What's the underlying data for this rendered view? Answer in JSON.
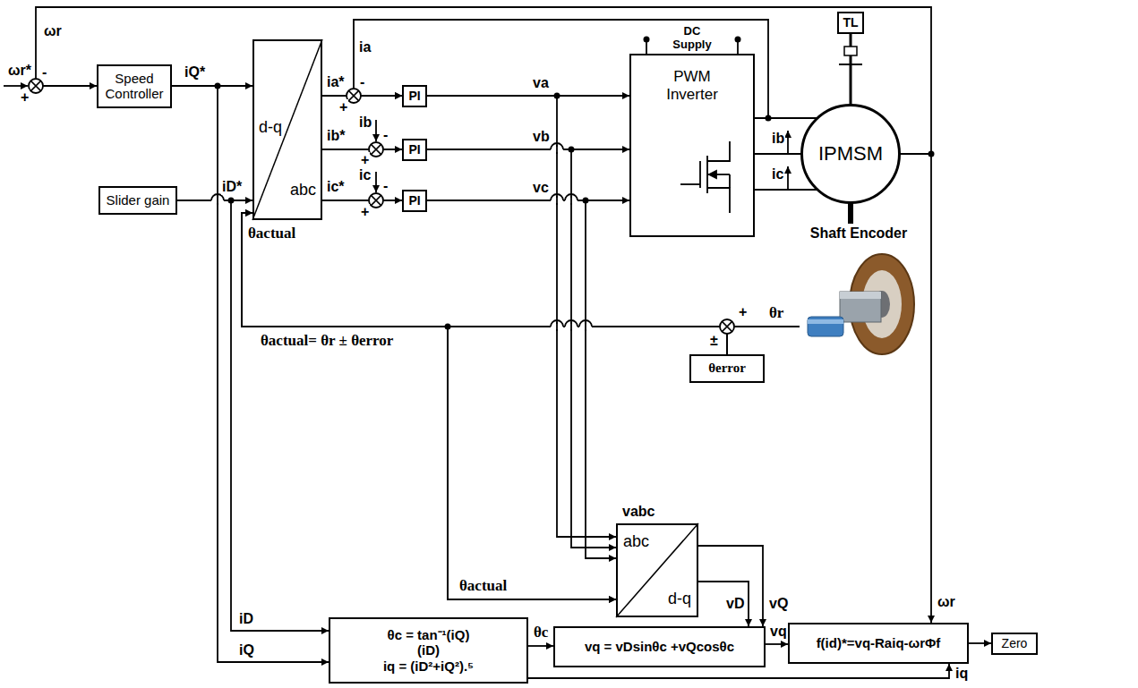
{
  "diagram": {
    "nodes": [
      {
        "text": [
          "Speed Controller"
        ]
      },
      {
        "text": [
          "Slider gain"
        ]
      },
      {
        "text": [
          "d-q",
          "abc"
        ]
      },
      {
        "text": [
          "PI"
        ]
      },
      {
        "text": [
          "PI"
        ]
      },
      {
        "text": [
          "PI"
        ]
      },
      {
        "text": [
          "DC Supply",
          "PWM Inverter"
        ]
      },
      {
        "text": [
          "TL"
        ]
      },
      {
        "text": [
          "IPMSM"
        ]
      },
      {
        "text": [
          "Shaft Encoder"
        ]
      },
      {
        "text": [
          "θerror"
        ]
      },
      {
        "text": [
          "abc",
          "d-q"
        ]
      },
      {
        "text": [
          "θc = tan⁻¹(iQ)",
          "(iD)",
          "iq = (iD²+iQ²).⁵"
        ]
      },
      {
        "text": [
          "vq = vDsinθc +vQcosθc"
        ]
      },
      {
        "text": [
          "f(id)*=vq-Raiq-ωrΦf"
        ]
      },
      {
        "text": [
          "Zero"
        ]
      }
    ],
    "edges": [
      {
        "from": 0,
        "to": 2,
        "arrow": "to",
        "label": "iQ*"
      },
      {
        "from": 1,
        "to": 2,
        "arrow": "to",
        "label": "iD*"
      },
      {
        "from": 2,
        "to": 3,
        "arrow": "to",
        "label": "ia*"
      },
      {
        "from": 2,
        "to": 4,
        "arrow": "to",
        "label": "ib*"
      },
      {
        "from": 2,
        "to": 5,
        "arrow": "to",
        "label": "ic*"
      },
      {
        "from": 3,
        "to": 6,
        "arrow": "to",
        "label": "va"
      },
      {
        "from": 4,
        "to": 6,
        "arrow": "to",
        "label": "vb"
      },
      {
        "from": 5,
        "to": 6,
        "arrow": "to",
        "label": "vc"
      },
      {
        "from": 6,
        "to": 8,
        "arrow": "none"
      },
      {
        "from": 6,
        "to": 8,
        "arrow": "none"
      },
      {
        "from": 6,
        "to": 8,
        "arrow": "none"
      },
      {
        "from": 6,
        "to": 3,
        "arrow": "to",
        "label": "ia"
      },
      {
        "from": 7,
        "to": 8,
        "arrow": "none"
      },
      {
        "from": 8,
        "to": 0,
        "arrow": "to",
        "label": "ωr"
      },
      {
        "from": 8,
        "to": 14,
        "arrow": "to",
        "label": "ωr"
      },
      {
        "from": 8,
        "to": 9,
        "arrow": "none"
      },
      {
        "from": 9,
        "to": 2,
        "arrow": "to",
        "label": "θactual"
      },
      {
        "from": 10,
        "to": 2,
        "arrow": "to"
      },
      {
        "from": 9,
        "to": 11,
        "arrow": "to",
        "label": "θactual"
      },
      {
        "from": 10,
        "to": 11,
        "arrow": "to"
      },
      {
        "from": 3,
        "to": 11,
        "arrow": "to"
      },
      {
        "from": 4,
        "to": 11,
        "arrow": "to"
      },
      {
        "from": 5,
        "to": 11,
        "arrow": "to"
      },
      {
        "from": 11,
        "to": 13,
        "arrow": "to",
        "label": "vD"
      },
      {
        "from": 11,
        "to": 13,
        "arrow": "to",
        "label": "vQ"
      },
      {
        "from": 1,
        "to": 12,
        "arrow": "to",
        "label": "iD"
      },
      {
        "from": 0,
        "to": 12,
        "arrow": "to",
        "label": "iQ"
      },
      {
        "from": 12,
        "to": 13,
        "arrow": "to",
        "label": "θc"
      },
      {
        "from": 12,
        "to": 14,
        "arrow": "to",
        "label": "iq"
      },
      {
        "from": 13,
        "to": 14,
        "arrow": "to",
        "label": "vq"
      },
      {
        "from": 14,
        "to": 15,
        "arrow": "to"
      }
    ],
    "labels": [
      "ωr*",
      "+",
      "-",
      "+",
      "-",
      "ib",
      "+",
      "-",
      "ic",
      "+",
      "-",
      "ib",
      "ic",
      "θactual= θr ± θerror",
      "+",
      "θr",
      "±",
      "vabc"
    ]
  }
}
